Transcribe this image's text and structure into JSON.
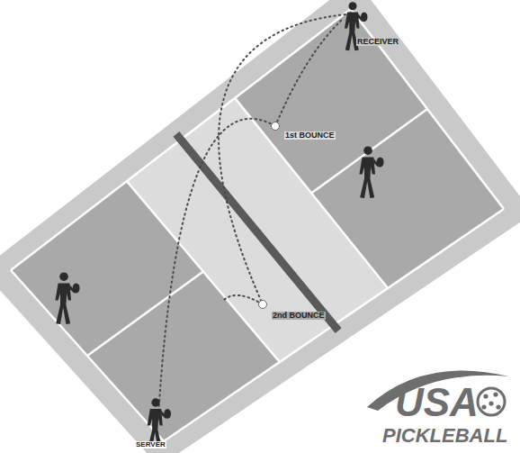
{
  "diagram": {
    "labels": [
      "RECEIVER",
      "1st BOUNCE",
      "2nd BOUNCE",
      "SERVER",
      "USA",
      "PICKLEBALL"
    ]
  }
}
